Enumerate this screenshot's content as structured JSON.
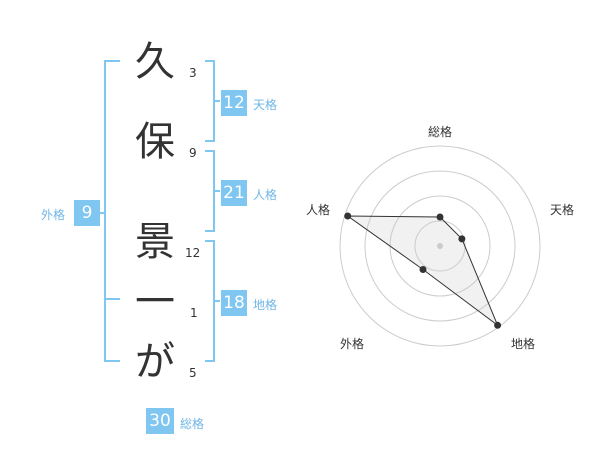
{
  "name_chars": [
    {
      "char": "久",
      "strokes": "3"
    },
    {
      "char": "保",
      "strokes": "9"
    },
    {
      "char": "景",
      "strokes": "12"
    },
    {
      "char": "一",
      "strokes": "1"
    },
    {
      "char": "が",
      "strokes": "5"
    }
  ],
  "kaku": {
    "tenkaku": {
      "label": "天格",
      "value": "12"
    },
    "jinkaku": {
      "label": "人格",
      "value": "21"
    },
    "chikaku": {
      "label": "地格",
      "value": "18"
    },
    "gaikaku": {
      "label": "外格",
      "value": "9"
    },
    "soukaku": {
      "label": "総格",
      "value": "30"
    }
  },
  "colors": {
    "accent": "#7fc6f0",
    "text": "#333333",
    "grid": "#cccccc"
  },
  "chart_data": {
    "type": "radar",
    "axes": [
      "総格",
      "天格",
      "地格",
      "外格",
      "人格"
    ],
    "values": [
      0.29,
      0.23,
      0.98,
      0.29,
      0.97
    ],
    "rings": 4,
    "range": [
      0,
      1
    ]
  }
}
